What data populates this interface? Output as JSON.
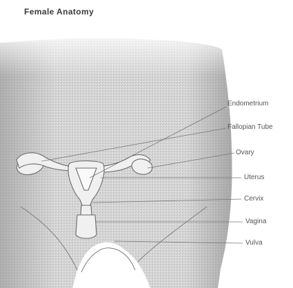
{
  "title": "Female Anatomy",
  "labels": [
    {
      "key": "endometrium",
      "text": "Endometrium"
    },
    {
      "key": "fallopian_tube",
      "text": "Fallopian Tube"
    },
    {
      "key": "ovary",
      "text": "Ovary"
    },
    {
      "key": "uterus",
      "text": "Uterus"
    },
    {
      "key": "cervix",
      "text": "Cervix"
    },
    {
      "key": "vagina",
      "text": "Vagina"
    },
    {
      "key": "vulva",
      "text": "Vulva"
    }
  ],
  "colors": {
    "body_fill": "#d2d2d2",
    "body_shadow": "#9a9a9a",
    "organ_fill": "#f0f0f0",
    "organ_outline": "#6a6a6a",
    "leader_line": "#777777",
    "label_text": "#555555"
  }
}
